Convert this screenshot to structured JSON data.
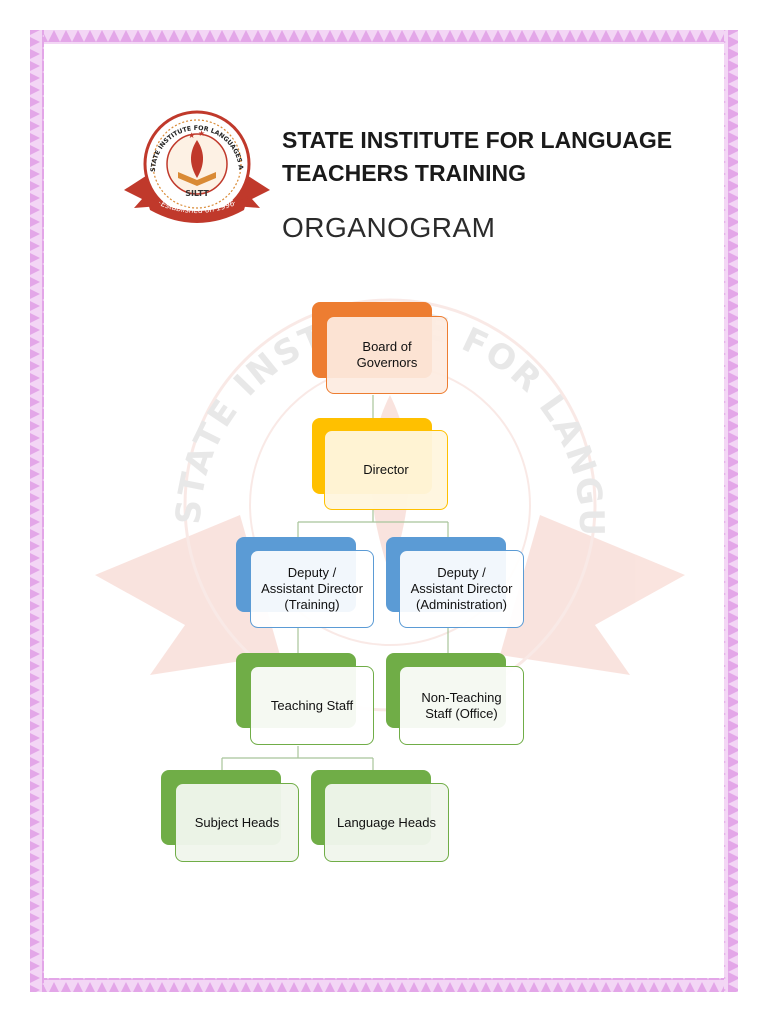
{
  "header": {
    "title_line1": "STATE INSTITUTE FOR LANGUAGE",
    "title_line2": "TEACHERS TRAINING",
    "subtitle": "ORGANOGRAM"
  },
  "logo": {
    "ring_text": "STATE INSTITUTE FOR LANGUAGES AND TEACHERS TRAINING",
    "abbr": "SILTT",
    "ribbon": "Established on 1996"
  },
  "watermark": {
    "ring_text": "STATE INSTITUTE FOR LANGUAGES AND TEACHERS TRAINING"
  },
  "colors": {
    "border": "#e6b3ea",
    "orange": "#ed7d31",
    "gold": "#ffc000",
    "blue": "#5b9bd5",
    "green": "#70ad47",
    "logo_red": "#c0392b"
  },
  "nodes": {
    "board": "Board of\nGovernors",
    "director": "Director",
    "deputy_training": "Deputy /\nAssistant Director\n(Training)",
    "deputy_admin": "Deputy /\nAssistant Director\n(Administration)",
    "teaching_staff": "Teaching Staff",
    "non_teaching_staff": "Non-Teaching\nStaff (Office)",
    "subject_heads": "Subject Heads",
    "language_heads": "Language Heads"
  }
}
